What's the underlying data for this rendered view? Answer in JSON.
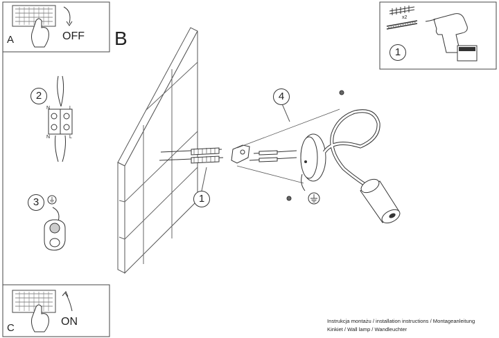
{
  "panels": {
    "a": {
      "letter": "A",
      "action": "OFF"
    },
    "b": {
      "letter": "B"
    },
    "c": {
      "letter": "C",
      "action": "ON"
    }
  },
  "steps": {
    "one_top": "1",
    "two": "2",
    "three": "3",
    "four": "4",
    "one_wall": "1"
  },
  "wiring": {
    "n_top": "N",
    "l_top": "L",
    "n_bottom": "N",
    "l_bottom": "L",
    "qty": "x2"
  },
  "footer": {
    "line1": "Instrukcja montażu / installation instructions / Montageanleitung",
    "line2": "Kinkiet / Wall lamp / Wandleuchter"
  }
}
